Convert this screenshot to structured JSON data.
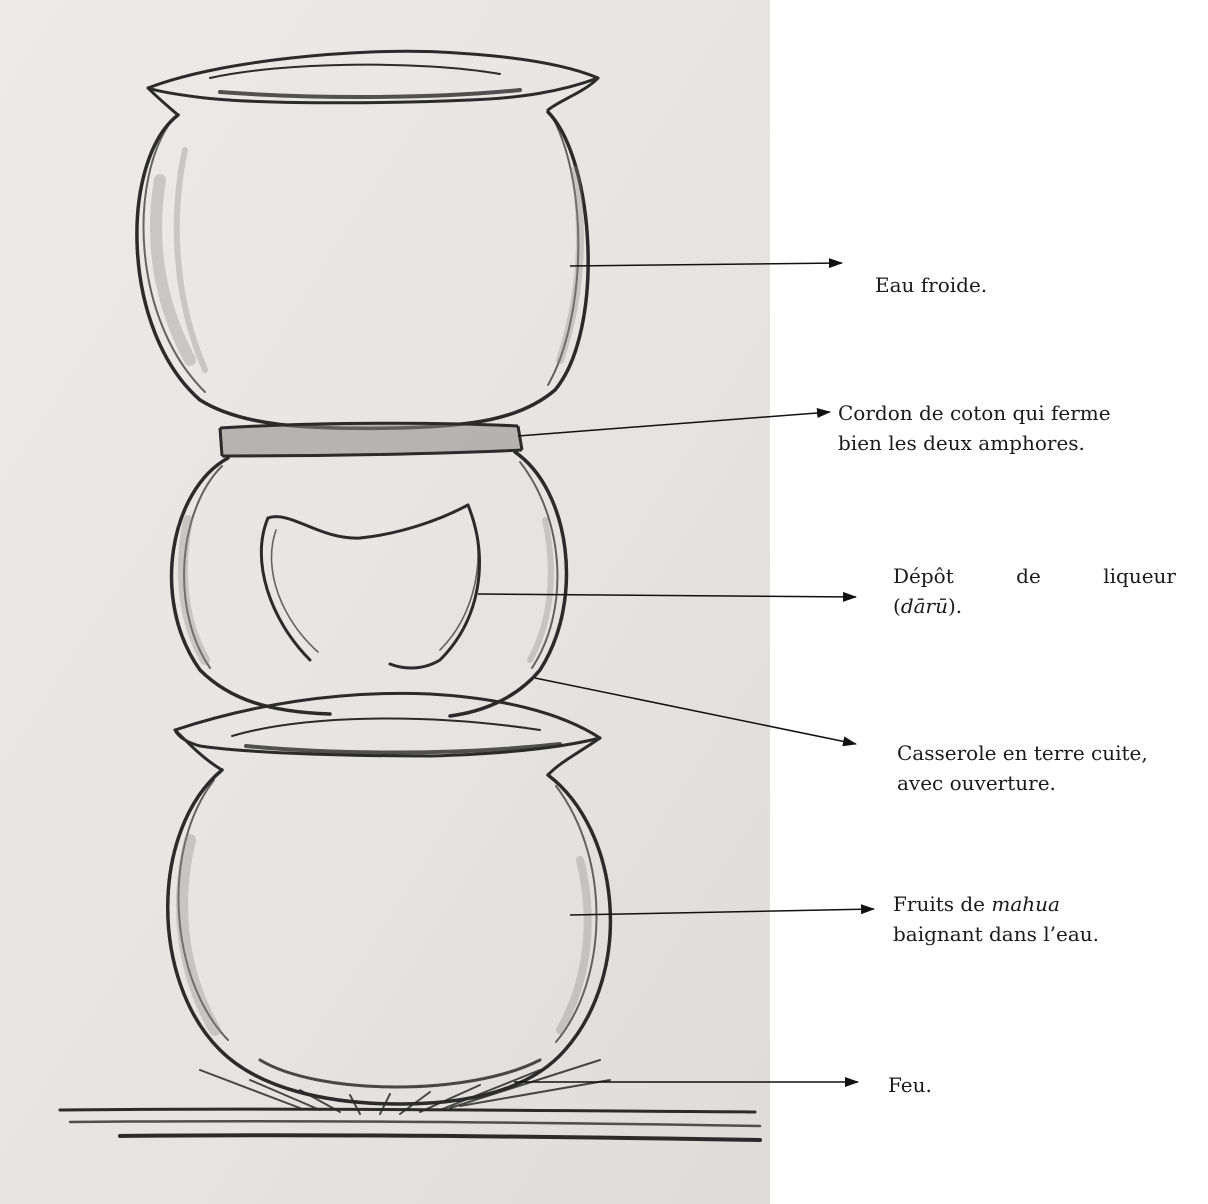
{
  "colors": {
    "paper": "#e9e7e3",
    "pencil": "#2b2b2b",
    "shade": "#8c8a86",
    "text": "#1a1a1a",
    "arrow": "#111111"
  },
  "icons": [
    "earthen-pot-sketch",
    "arrow-right-icon"
  ],
  "labels": {
    "eau_froide": "Eau froide.",
    "cordon_line1": "Cordon de coton qui ferme",
    "cordon_line2": "bien les deux amphores.",
    "depot_word1": "Dépôt",
    "depot_word2": "de",
    "depot_word3": "liqueur",
    "depot_paren_open": "(",
    "depot_term": "dārū",
    "depot_paren_close": ").",
    "casserole_line1": "Casserole en terre cuite,",
    "casserole_line2": "avec ouverture.",
    "fruits_prefix": "Fruits de ",
    "fruits_term": "mahua",
    "fruits_line2": "baignant dans l’eau.",
    "feu": "Feu."
  }
}
